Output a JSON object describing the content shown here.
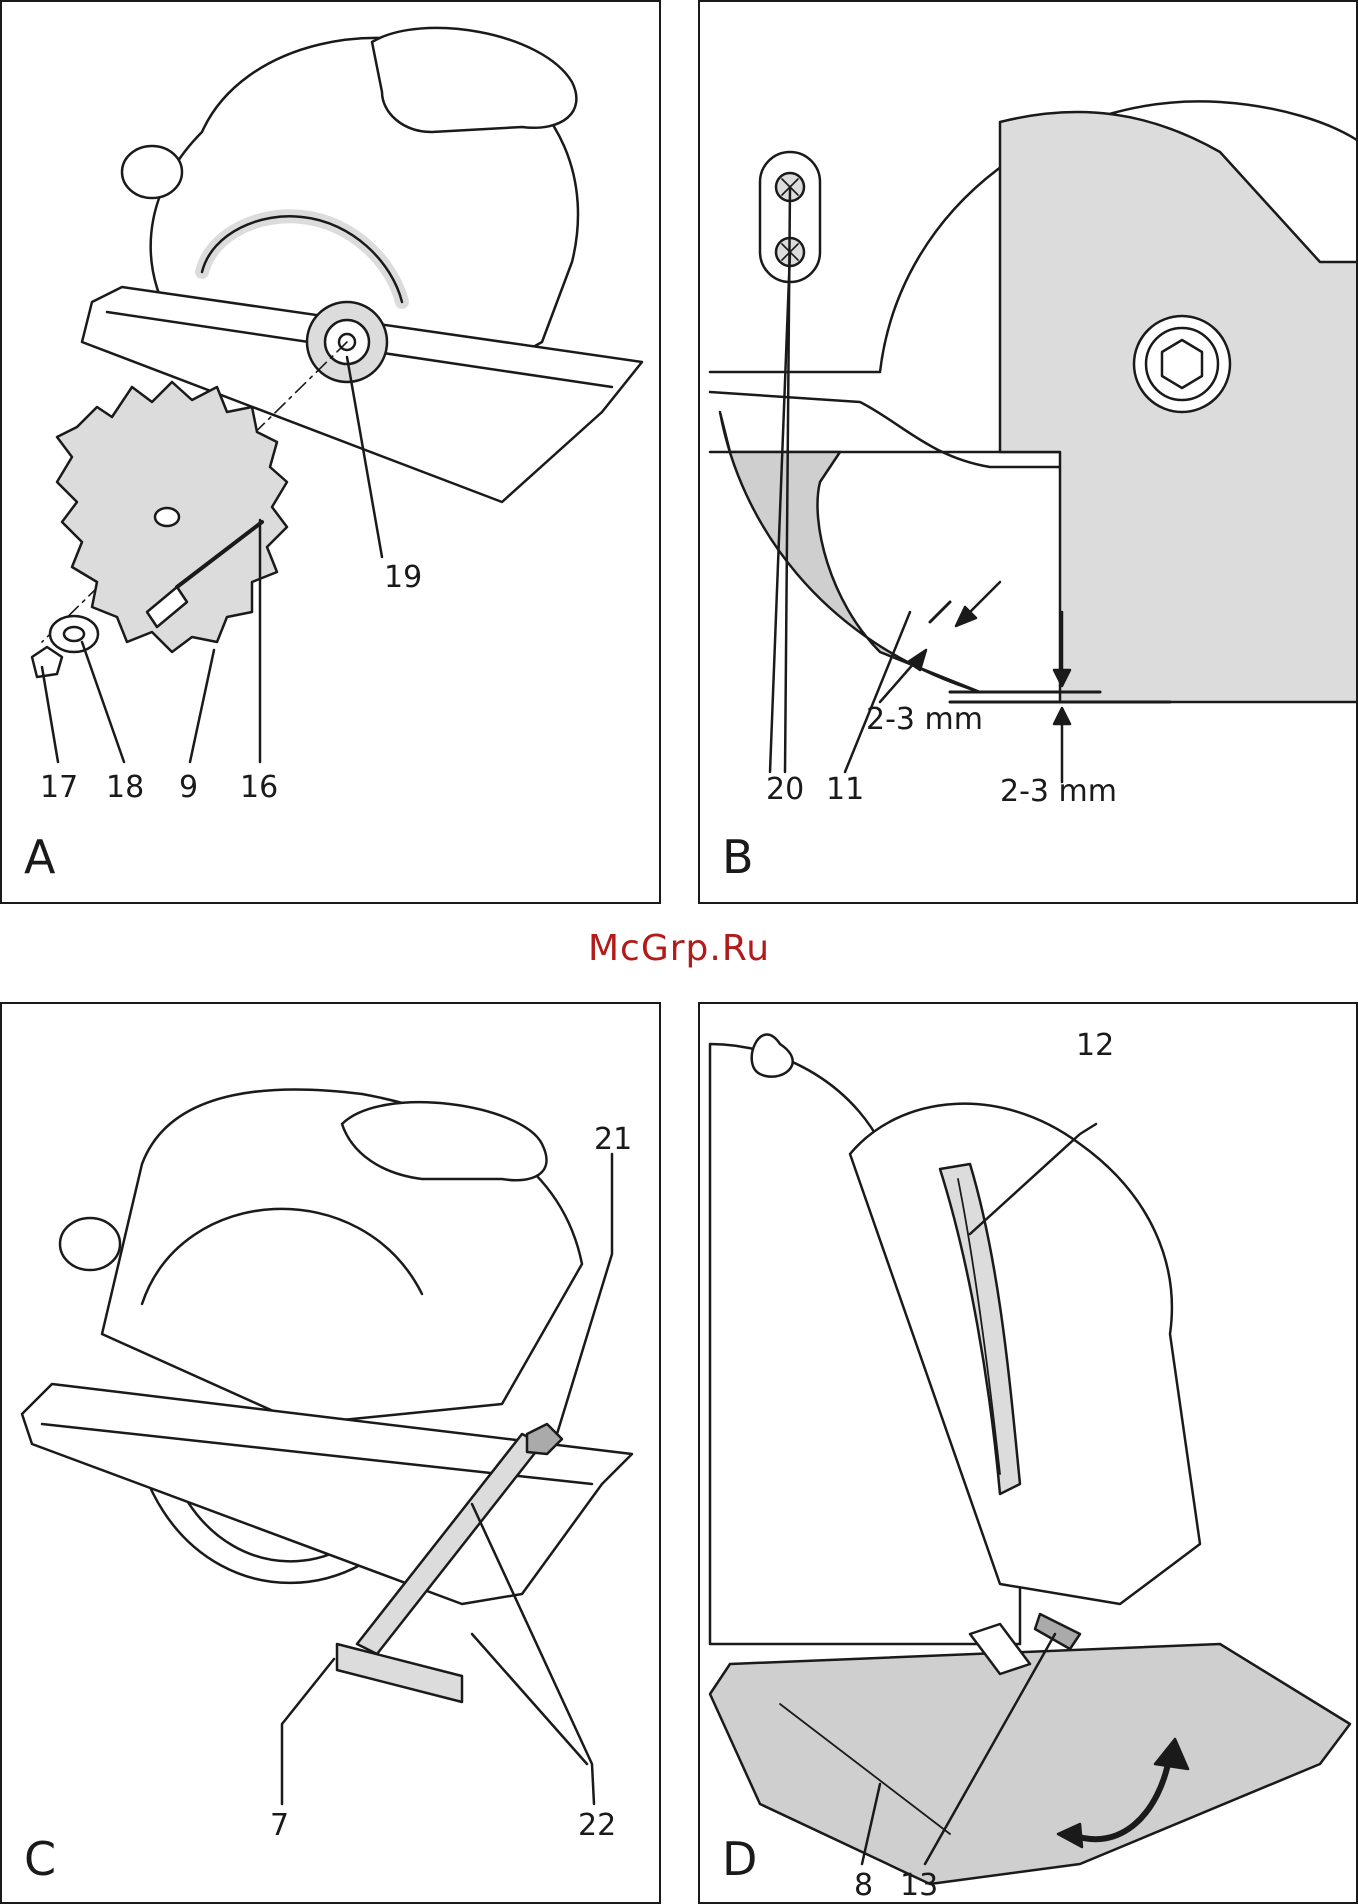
{
  "colors": {
    "ink": "#1a1a1a",
    "fill": "#dcdcdc",
    "watermark": "#b31b1b"
  },
  "watermark": "McGrp.Ru",
  "panels": {
    "a": {
      "letter": "A",
      "labels": {
        "l19": "19",
        "l17": "17",
        "l18": "18",
        "l9": "9",
        "l16": "16"
      }
    },
    "b": {
      "letter": "B",
      "labels": {
        "l20": "20",
        "l11": "11",
        "m1": "2-3 mm",
        "m2": "2-3 mm"
      }
    },
    "c": {
      "letter": "C",
      "labels": {
        "l21": "21",
        "l7": "7",
        "l22": "22"
      }
    },
    "d": {
      "letter": "D",
      "labels": {
        "l12": "12",
        "l8": "8",
        "l13": "13"
      }
    }
  }
}
